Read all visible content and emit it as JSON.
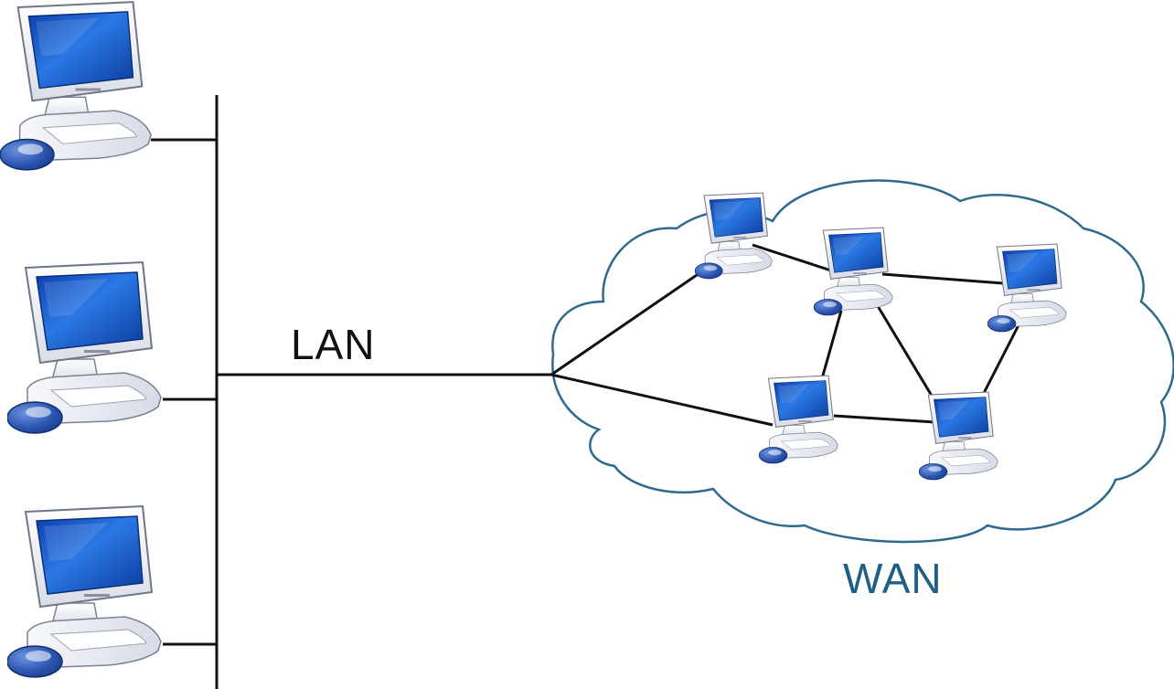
{
  "labels": {
    "lan": "LAN",
    "wan": "WAN"
  },
  "colors": {
    "background": "#ffffff",
    "line": "#111111",
    "cloud_stroke": "#2e6a8e",
    "wan_text": "#1f5f85",
    "screen_blue": "#1a5fd0",
    "monitor_body": "#f2f4f8",
    "mouse_blue": "#2b55b0"
  },
  "icons": {
    "computer": "desktop-computer-icon",
    "cloud": "cloud-shape"
  },
  "lan_nodes": [
    "computer-1",
    "computer-2",
    "computer-3"
  ],
  "wan_nodes": [
    "wan-computer-a",
    "wan-computer-b",
    "wan-computer-c",
    "wan-computer-d",
    "wan-computer-e"
  ],
  "wan_links": [
    [
      "wan-computer-a",
      "wan-computer-b"
    ],
    [
      "wan-computer-b",
      "wan-computer-c"
    ],
    [
      "wan-computer-b",
      "wan-computer-d"
    ],
    [
      "wan-computer-b",
      "wan-computer-e"
    ],
    [
      "wan-computer-d",
      "wan-computer-e"
    ],
    [
      "wan-computer-c",
      "wan-computer-e"
    ]
  ]
}
